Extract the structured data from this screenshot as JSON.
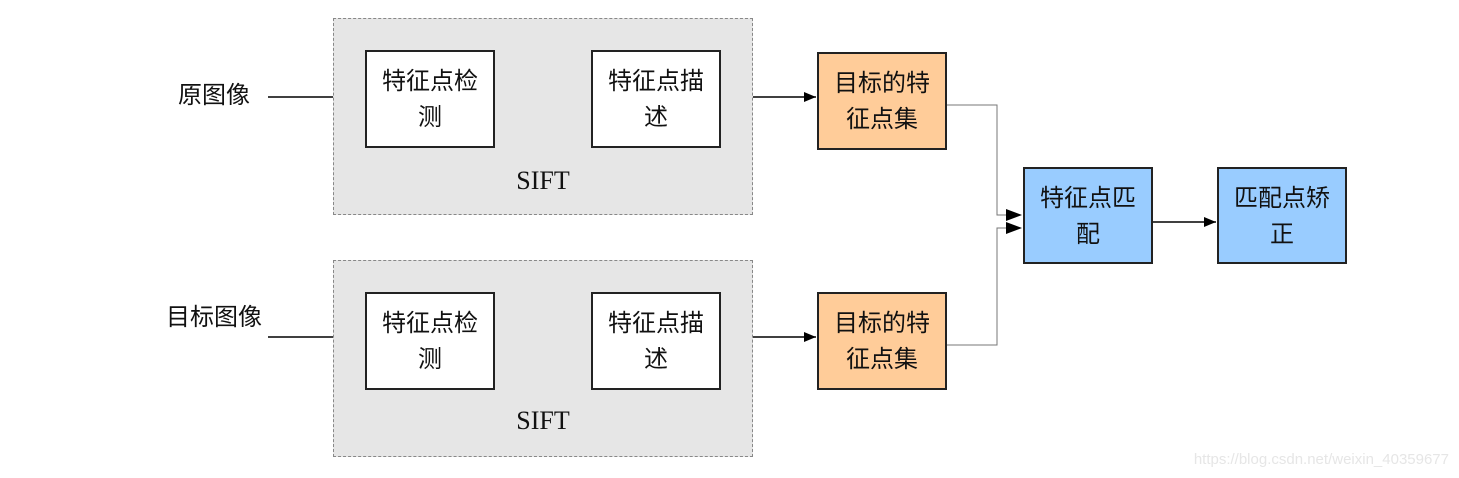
{
  "inputs": {
    "source": "原图像",
    "target": "目标图像"
  },
  "groups": [
    {
      "label": "SIFT",
      "detect": "特征点检测",
      "describe": "特征点描述",
      "output": "目标的特征点集"
    },
    {
      "label": "SIFT",
      "detect": "特征点检测",
      "describe": "特征点描述",
      "output": "目标的特征点集"
    }
  ],
  "match": "特征点匹配",
  "correct": "匹配点矫正",
  "watermark": "https://blog.csdn.net/weixin_40359677",
  "colors": {
    "group_bg": "#e6e6e6",
    "output": "#ffcc99",
    "process": "#99ccff"
  }
}
